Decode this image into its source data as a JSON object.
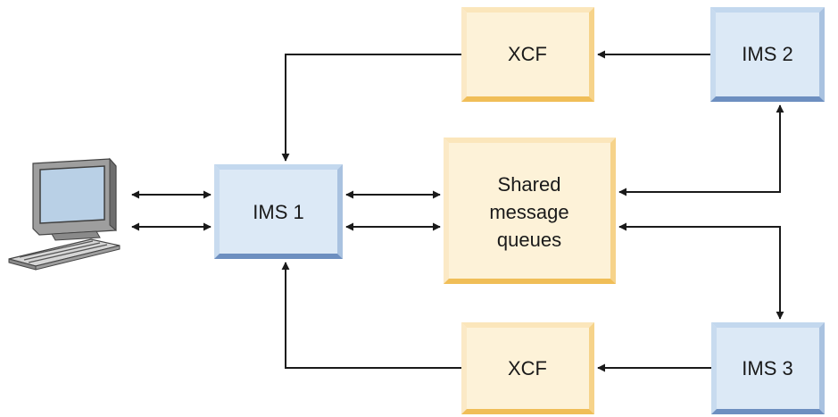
{
  "nodes": {
    "ims1": {
      "label": "IMS 1"
    },
    "ims2": {
      "label": "IMS 2"
    },
    "ims3": {
      "label": "IMS 3"
    },
    "xcf_top": {
      "label": "XCF"
    },
    "xcf_bottom": {
      "label": "XCF"
    },
    "queues": {
      "lines": [
        "Shared",
        "message",
        "queues"
      ]
    }
  },
  "colors": {
    "ims_fill": "#dce9f6",
    "ims_light": "#c3d8ee",
    "ims_dark": "#6d8fc0",
    "xcf_fill": "#fdf2d8",
    "xcf_light": "#fbe6bb",
    "xcf_dark": "#f0be58",
    "arrow": "#1a1a1a"
  },
  "icons": {
    "terminal": "computer-terminal-icon"
  }
}
